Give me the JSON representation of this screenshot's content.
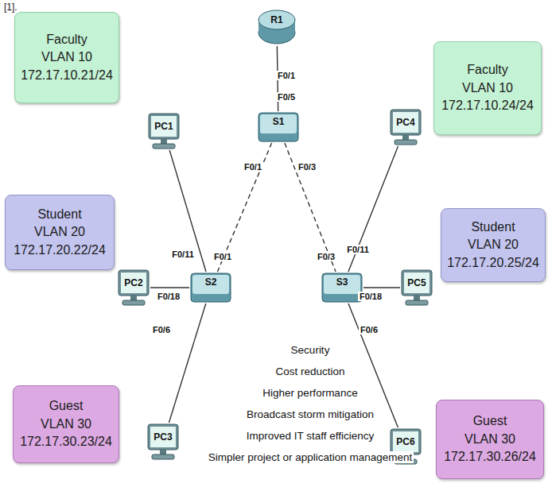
{
  "diagram": {
    "nodes": [
      {
        "text": [
          "R1"
        ]
      },
      {
        "text": [
          "S1"
        ]
      },
      {
        "text": [
          "S2"
        ]
      },
      {
        "text": [
          "S3"
        ]
      },
      {
        "text": [
          "PC1"
        ]
      },
      {
        "text": [
          "PC2"
        ]
      },
      {
        "text": [
          "PC3"
        ]
      },
      {
        "text": [
          "PC4"
        ]
      },
      {
        "text": [
          "PC5"
        ]
      },
      {
        "text": [
          "PC6"
        ]
      },
      {
        "text": [
          "Faculty",
          "VLAN 10",
          "172.17.10.21/24"
        ]
      },
      {
        "text": [
          "Student",
          "VLAN 20",
          "172.17.20.22/24"
        ]
      },
      {
        "text": [
          "Guest",
          "VLAN 30",
          "172.17.30.23/24"
        ]
      },
      {
        "text": [
          "Faculty",
          "VLAN 10",
          "172.17.10.24/24"
        ]
      },
      {
        "text": [
          "Student",
          "VLAN 20",
          "172.17.20.25/24"
        ]
      },
      {
        "text": [
          "Guest",
          "VLAN 30",
          "172.17.30.26/24"
        ]
      }
    ],
    "edges": [
      {
        "from": 0,
        "to": 1,
        "arrow": "none"
      },
      {
        "from": 1,
        "to": 2,
        "arrow": "none"
      },
      {
        "from": 1,
        "to": 3,
        "arrow": "none"
      },
      {
        "from": 2,
        "to": 4,
        "arrow": "none"
      },
      {
        "from": 2,
        "to": 5,
        "arrow": "none"
      },
      {
        "from": 2,
        "to": 6,
        "arrow": "none"
      },
      {
        "from": 3,
        "to": 7,
        "arrow": "none"
      },
      {
        "from": 3,
        "to": 8,
        "arrow": "none"
      },
      {
        "from": 3,
        "to": 9,
        "arrow": "none"
      }
    ],
    "labels": [
      "[1].",
      "F0/1",
      "F0/5",
      "F0/1",
      "F0/3",
      "F0/11",
      "F0/1",
      "F0/18",
      "F0/6",
      "F0/3",
      "F0/11",
      "F0/18",
      "F0/6",
      "Security",
      "Cost reduction",
      "Higher performance",
      "Broadcast storm mitigation",
      "Improved IT staff efficiency",
      "Simpler project or application management"
    ]
  }
}
